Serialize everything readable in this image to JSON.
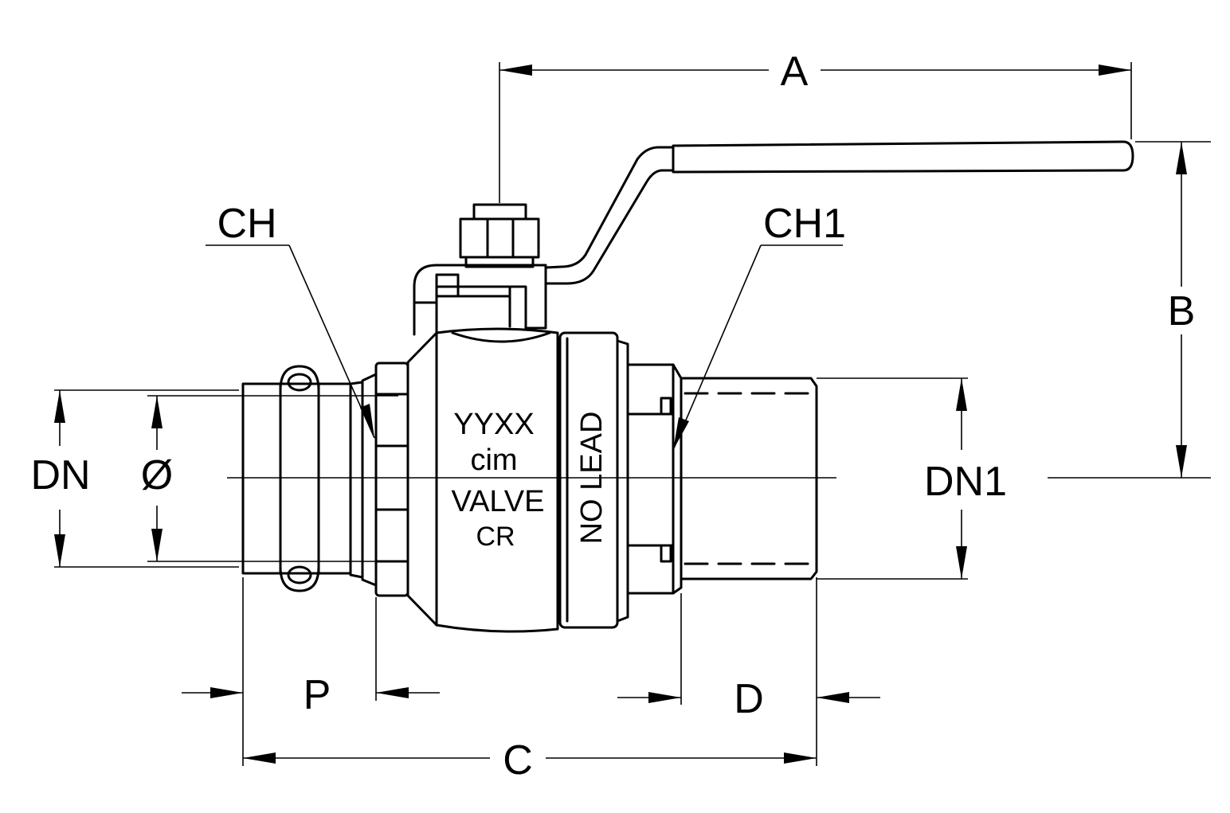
{
  "dimensions": {
    "A": "A",
    "B": "B",
    "C": "C",
    "D": "D",
    "P": "P",
    "DN": "DN",
    "DN1": "DN1",
    "diameter": "Ø",
    "CH": "CH",
    "CH1": "CH1"
  },
  "body_markings": {
    "line1": "YYXX",
    "line2": "cim",
    "line3": "VALVE",
    "line4": "CR",
    "side_text": "NO LEAD"
  }
}
